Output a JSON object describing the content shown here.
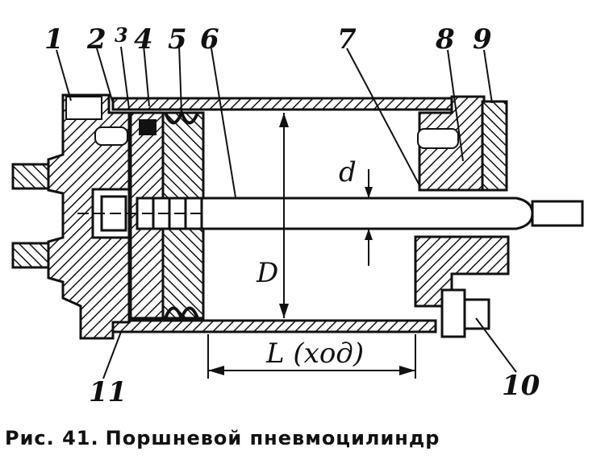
{
  "caption": {
    "label": "Рис. 41.",
    "text": "Поршневой пневмоцилиндр"
  },
  "callouts": [
    "1",
    "2",
    "3",
    "4",
    "5",
    "6",
    "7",
    "8",
    "9",
    "10",
    "11"
  ],
  "dimensions": {
    "stroke": "L (ход)",
    "bore": "D",
    "rod": "d"
  }
}
